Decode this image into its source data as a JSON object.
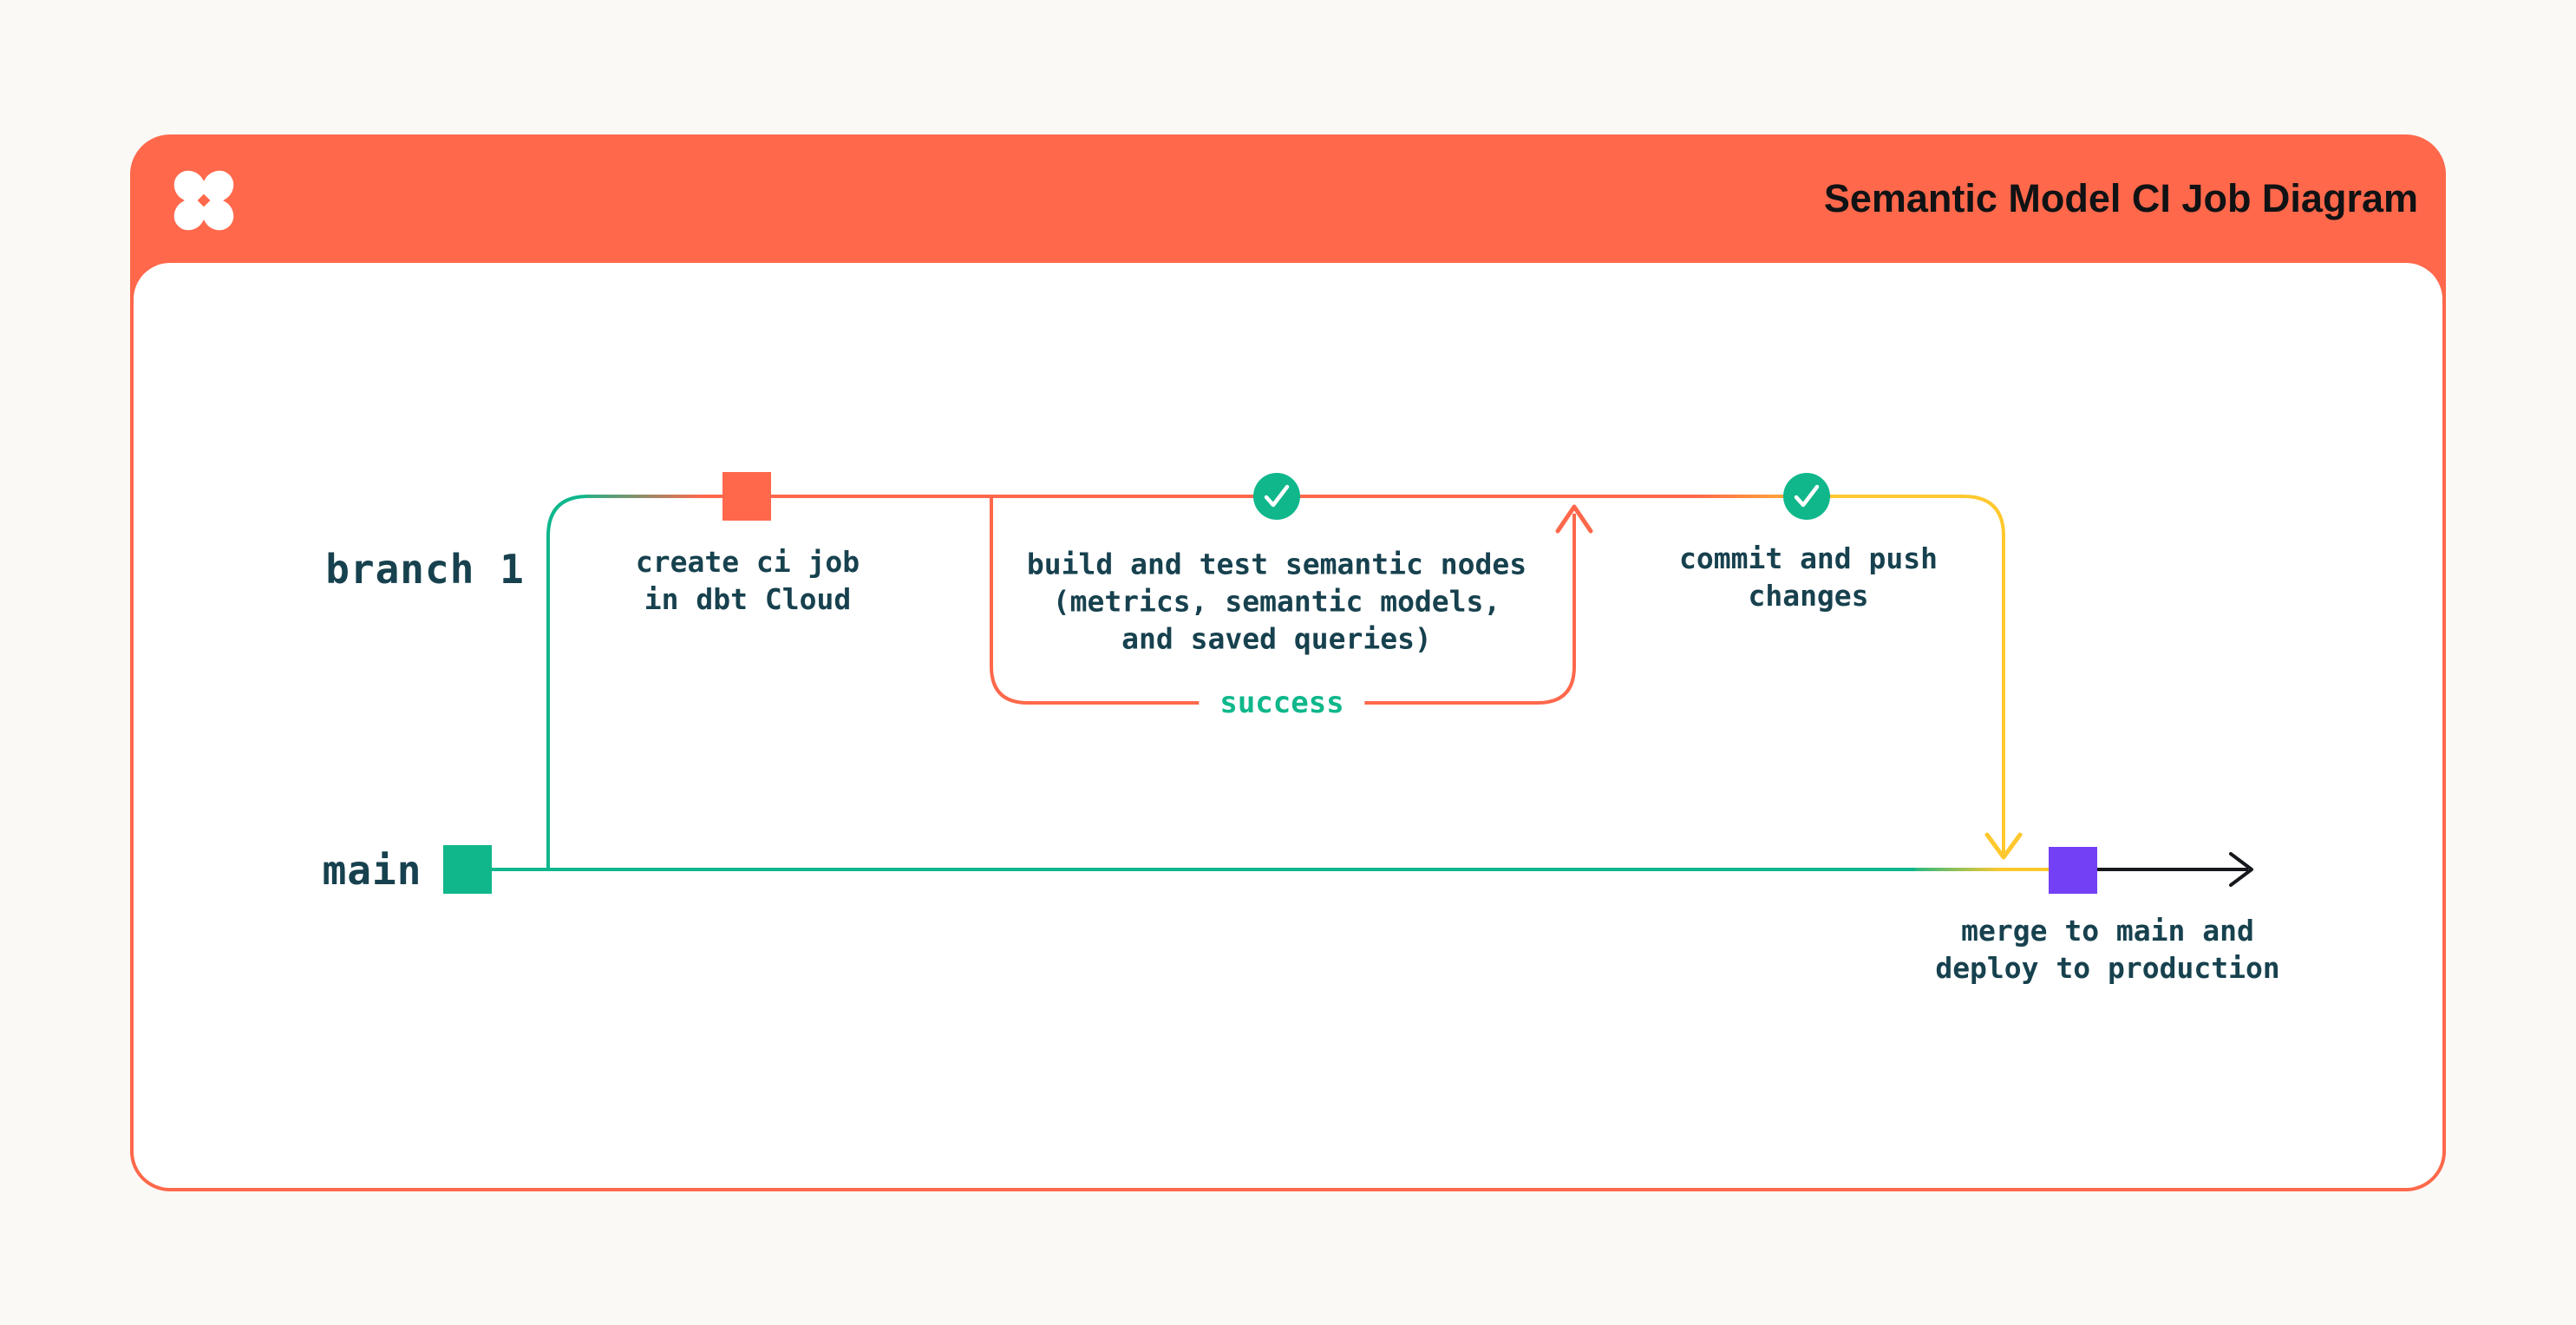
{
  "header": {
    "title": "Semantic Model CI Job Diagram",
    "logo": "dbt-logo"
  },
  "colors": {
    "orange": "#FF684B",
    "green": "#0FB78B",
    "yellow": "#FFC82E",
    "purple": "#7340F5",
    "label_dark": "#17414E",
    "title_black": "#101214",
    "card_bg": "#FFFFFF",
    "page_bg": "#FAF9F6"
  },
  "diagram": {
    "branches": [
      {
        "id": "branch-1",
        "label": "branch 1"
      },
      {
        "id": "main",
        "label": "main"
      }
    ],
    "nodes": [
      {
        "id": "create-ci-job",
        "label": "create ci job\nin dbt Cloud",
        "marker": "orange-square"
      },
      {
        "id": "build-test-semantic-nodes",
        "label": "build and test semantic nodes\n(metrics, semantic models,\nand saved queries)",
        "marker": "check-circle"
      },
      {
        "id": "commit-push-changes",
        "label": "commit and push\nchanges",
        "marker": "check-circle"
      },
      {
        "id": "merge-deploy",
        "label": "merge to main and\ndeploy to production",
        "marker": "purple-square"
      }
    ],
    "edge_labels": [
      {
        "id": "success",
        "label": "success"
      }
    ]
  }
}
